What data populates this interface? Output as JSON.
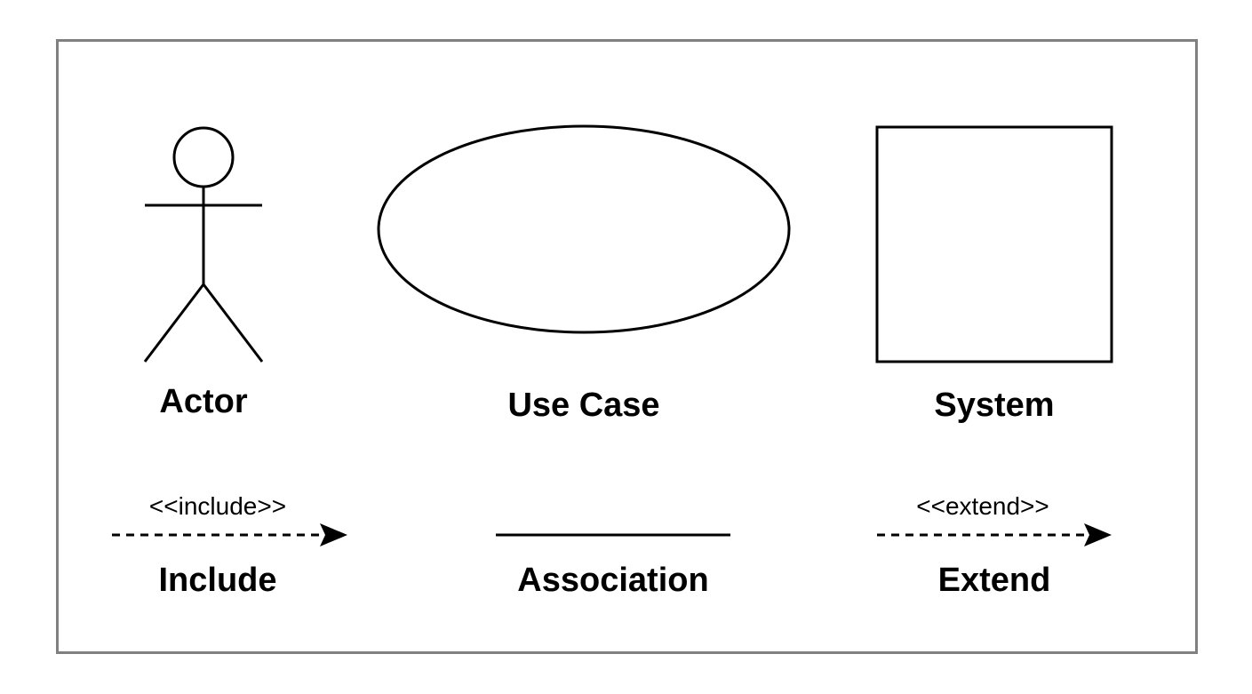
{
  "legend": {
    "actor": {
      "label": "Actor"
    },
    "use_case": {
      "label": "Use Case"
    },
    "system": {
      "label": "System"
    },
    "include": {
      "stereotype": "<<include>>",
      "label": "Include"
    },
    "association": {
      "label": "Association"
    },
    "extend": {
      "stereotype": "<<extend>>",
      "label": "Extend"
    }
  },
  "colors": {
    "stroke": "#000000",
    "frame": "#808080",
    "background": "#ffffff"
  }
}
